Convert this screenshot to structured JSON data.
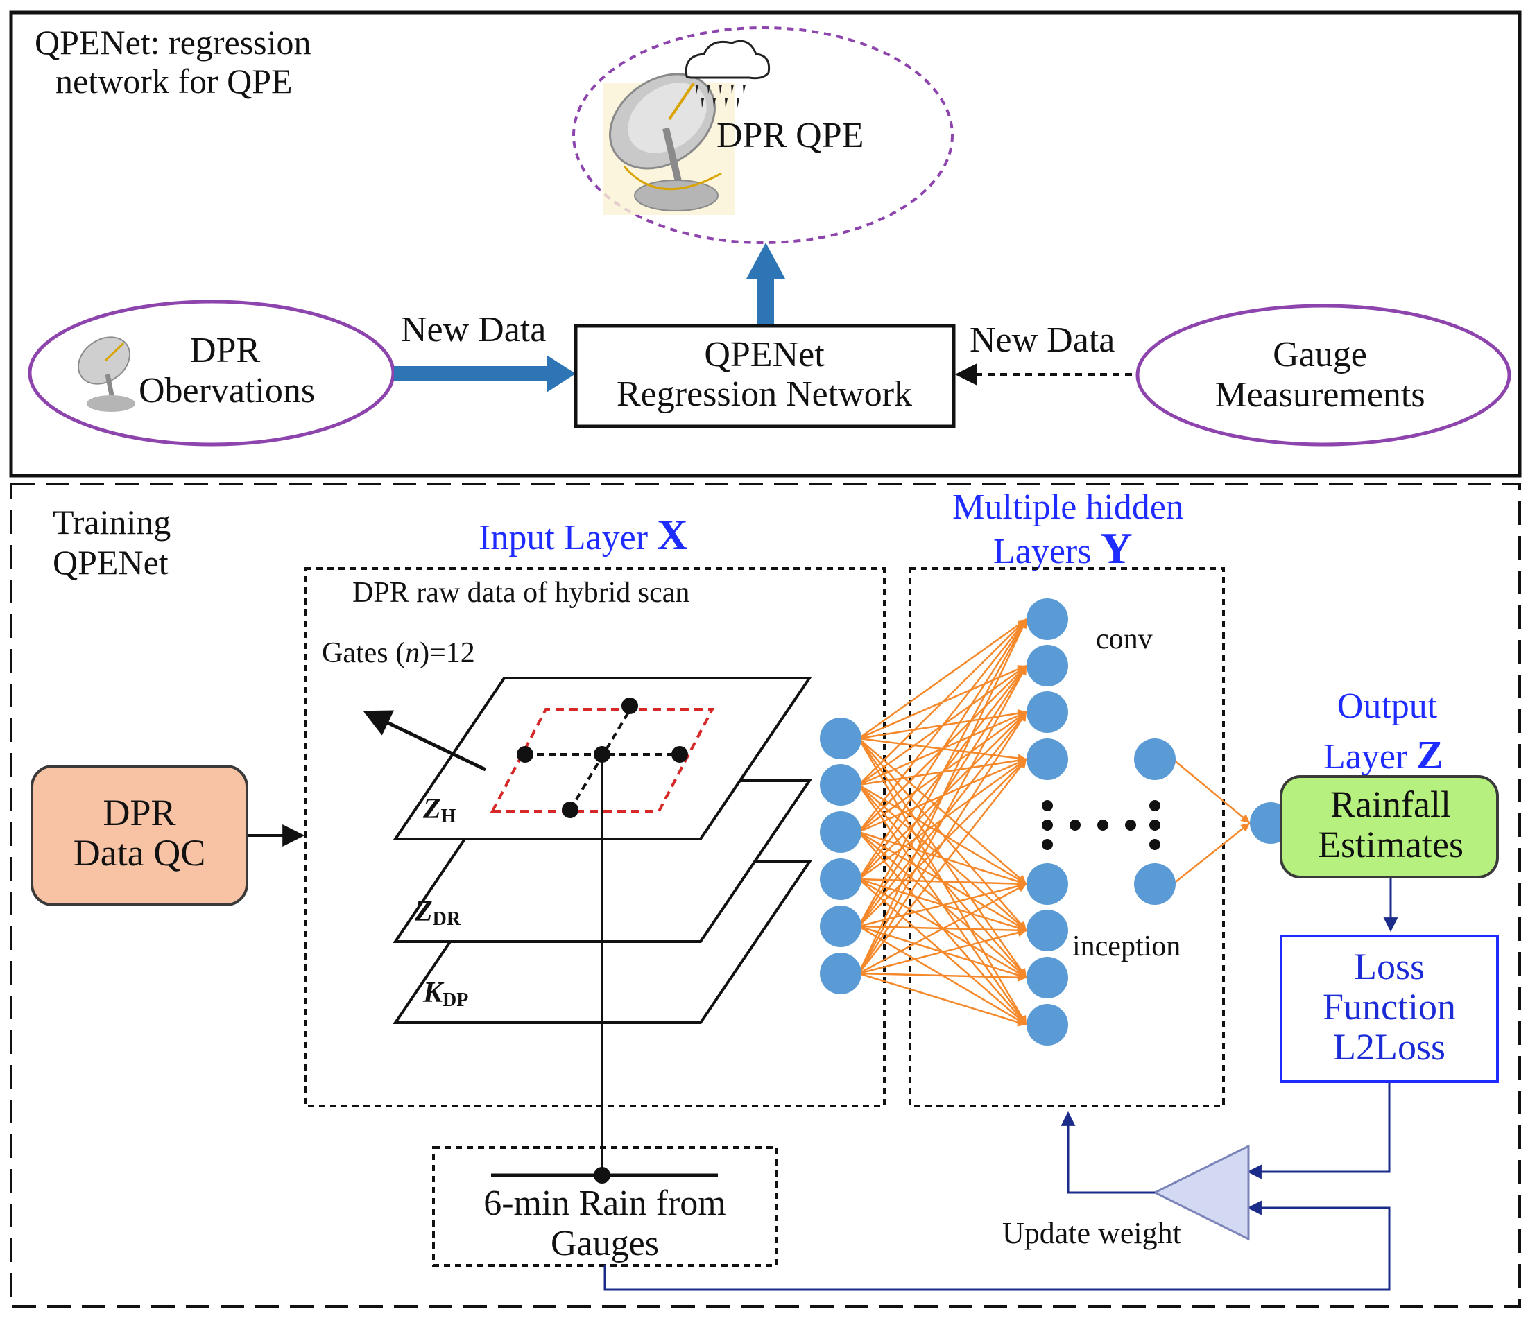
{
  "top_panel": {
    "title_line1": "QPENet: regression",
    "title_line2": "network for QPE",
    "dpr_qpe_label": "DPR QPE",
    "dpr_obs_line1": "DPR",
    "dpr_obs_line2": "Obervations",
    "new_data_left": "New Data",
    "new_data_right": "New Data",
    "regression_line1": "QPENet",
    "regression_line2": "Regression Network",
    "gauge_line1": "Gauge",
    "gauge_line2": "Measurements"
  },
  "bottom_panel": {
    "title_line1": "Training",
    "title_line2": "QPENet",
    "qc_line1": "DPR",
    "qc_line2": "Data QC",
    "input_layer_label": "Input Layer",
    "input_layer_symbol": "X",
    "hybrid_scan_label": "DPR raw data of hybrid scan",
    "gates_prefix": "Gates (",
    "gates_var": "n",
    "gates_suffix": ")=12",
    "plane_zh_main": "Z",
    "plane_zh_sub": "H",
    "plane_zdr_main": "Z",
    "plane_zdr_sub": "DR",
    "plane_kdp_main": "K",
    "plane_kdp_sub": "DP",
    "hidden_line1": "Multiple hidden",
    "hidden_line2": "Layers",
    "hidden_symbol": "Y",
    "conv_label": "conv",
    "inception_label": "inception",
    "output_line1": "Output",
    "output_line2": "Layer",
    "output_symbol": "Z",
    "rainfall_line1": "Rainfall",
    "rainfall_line2": "Estimates",
    "loss_line1": "Loss",
    "loss_line2": "Function",
    "loss_line3": "L2Loss",
    "update_weight_label": "Update weight",
    "gauge_rain_line1": "6-min Rain from",
    "gauge_rain_line2": "Gauges"
  },
  "colors": {
    "neuron": "#5b9bd5",
    "connection": "#f5882a",
    "ellipse_border": "#8e44ad",
    "qc_fill": "#f7c3a4",
    "rainfall_fill": "#b6f07e",
    "loss_border": "#1f2cff",
    "arrow_blue": "#2e75b6",
    "grid_red": "#d62828"
  }
}
